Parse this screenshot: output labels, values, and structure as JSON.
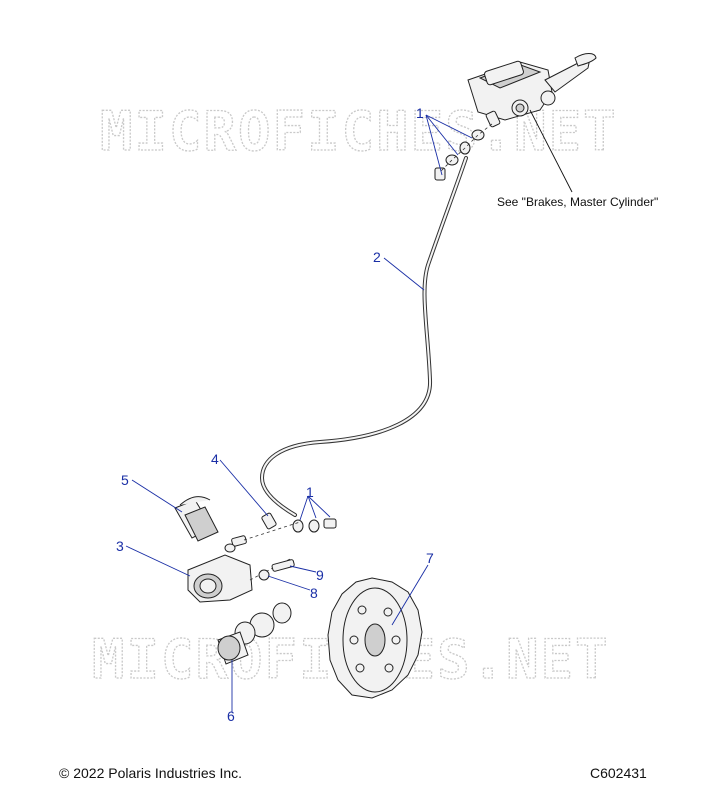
{
  "watermark": {
    "text_top": "MICROFICHES.NET",
    "text_bottom": "MICROFICHES.NET"
  },
  "callouts": {
    "c1_top": "1",
    "c2": "2",
    "c1_bottom": "1",
    "c3": "3",
    "c4": "4",
    "c5": "5",
    "c6": "6",
    "c7": "7",
    "c8": "8",
    "c9": "9"
  },
  "note": {
    "master_cylinder": "See \"Brakes, Master Cylinder\""
  },
  "footer": {
    "copyright": "© 2022 Polaris Industries Inc.",
    "diagram_id": "C602431"
  },
  "colors": {
    "callout": "#1a2fa6",
    "watermark": "#c9c9c9",
    "line": "#222222"
  }
}
